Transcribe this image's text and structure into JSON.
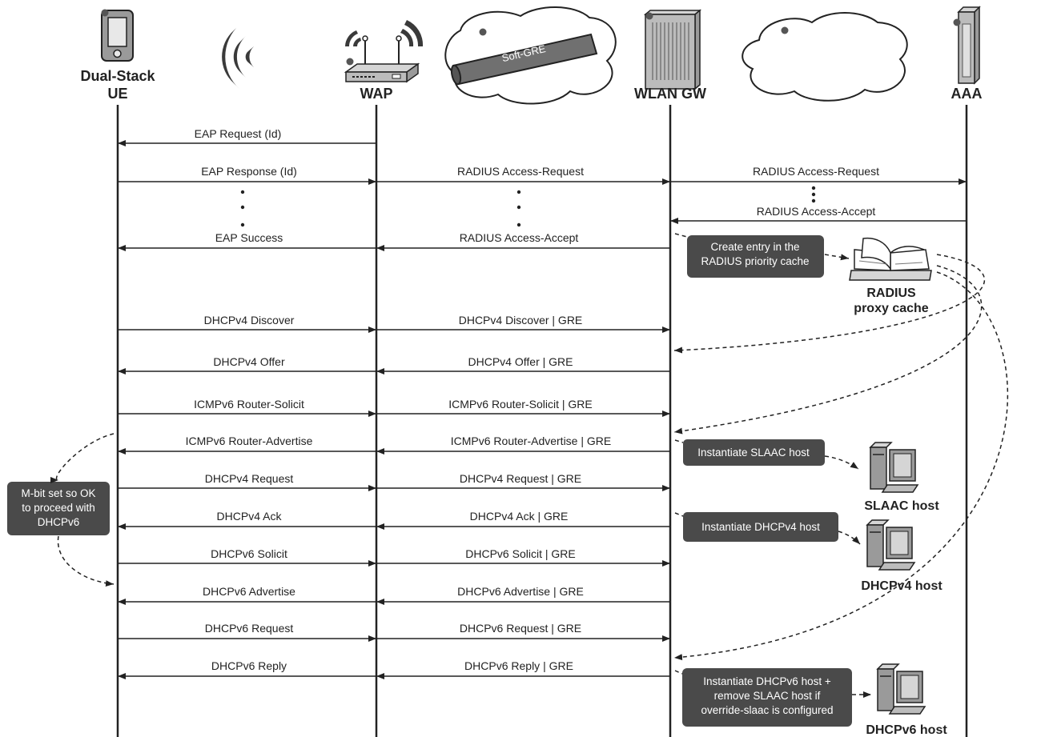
{
  "entities": {
    "ue": [
      "Dual-Stack",
      "UE"
    ],
    "wap": "WAP",
    "tunnel": "Soft-GRE",
    "wlan_gw": "WLAN GW",
    "aaa": "AAA"
  },
  "messages": {
    "eap_req": "EAP Request (Id)",
    "eap_resp": "EAP Response (Id)",
    "radius_req_1": "RADIUS Access-Request",
    "radius_req_2": "RADIUS Access-Request",
    "radius_acc_1": "RADIUS Access-Accept",
    "eap_success": "EAP Success",
    "radius_acc_2": "RADIUS Access-Accept",
    "v4_discover": "DHCPv4 Discover",
    "v4_discover_gre": "DHCPv4 Discover | GRE",
    "v4_offer": "DHCPv4 Offer",
    "v4_offer_gre": "DHCPv4 Offer | GRE",
    "rs": "ICMPv6 Router-Solicit",
    "rs_gre": "ICMPv6 Router-Solicit | GRE",
    "ra": "ICMPv6 Router-Advertise",
    "ra_gre": "ICMPv6 Router-Advertise | GRE",
    "v4_request": "DHCPv4 Request",
    "v4_request_gre": "DHCPv4 Request | GRE",
    "v4_ack": "DHCPv4 Ack",
    "v4_ack_gre": "DHCPv4 Ack | GRE",
    "v6_solicit": "DHCPv6 Solicit",
    "v6_solicit_gre": "DHCPv6 Solicit | GRE",
    "v6_advertise": "DHCPv6 Advertise",
    "v6_advertise_gre": "DHCPv6 Advertise | GRE",
    "v6_request": "DHCPv6 Request",
    "v6_request_gre": "DHCPv6 Request | GRE",
    "v6_reply": "DHCPv6 Reply",
    "v6_reply_gre": "DHCPv6 Reply | GRE"
  },
  "notes": {
    "create_entry": [
      "Create entry in the",
      "RADIUS priority cache"
    ],
    "slaac_inst": [
      "Instantiate SLAAC host"
    ],
    "dhcpv4_inst": [
      "Instantiate DHCPv4 host"
    ],
    "dhcpv6_inst": [
      "Instantiate DHCPv6 host +",
      "remove SLAAC host if",
      "override-slaac is configured"
    ],
    "mbit": [
      "M-bit set so OK",
      "to proceed with",
      "DHCPv6"
    ]
  },
  "hosts": {
    "radius_cache": [
      "RADIUS",
      "proxy cache"
    ],
    "slaac": "SLAAC host",
    "dhcpv4": "DHCPv4 host",
    "dhcpv6": "DHCPv6 host"
  },
  "colors": {
    "line": "#222222",
    "note_box": "#4a4a4a",
    "icon_fill": "#9a9a9a",
    "tunnel": "#707070"
  }
}
